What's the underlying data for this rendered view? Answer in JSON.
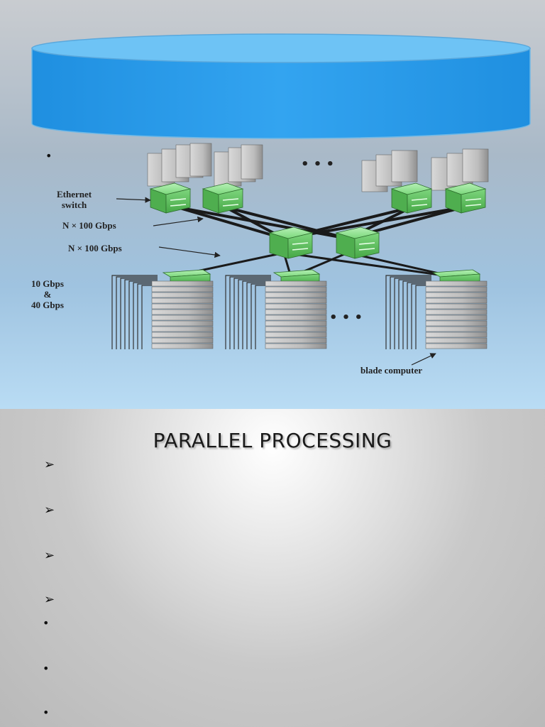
{
  "top_slide": {
    "bullet": "•",
    "diagram": {
      "labels": {
        "ethernet_switch": "Ethernet\nswitch",
        "link_upper": "N  × 100 Gbps",
        "link_lower": "N  × 100 Gbps",
        "edge_speeds": "10 Gbps\n&\n40 Gbps",
        "blade_computer": "blade computer"
      },
      "ellipsis_top": "• • •",
      "ellipsis_bottom": "• • •"
    }
  },
  "bottom_slide": {
    "title": "PARALLEL PROCESSING",
    "arrow_bullets": [
      "➢",
      "➢",
      "➢",
      "➢"
    ],
    "dot_bullets": [
      "•",
      "•",
      "•"
    ]
  }
}
